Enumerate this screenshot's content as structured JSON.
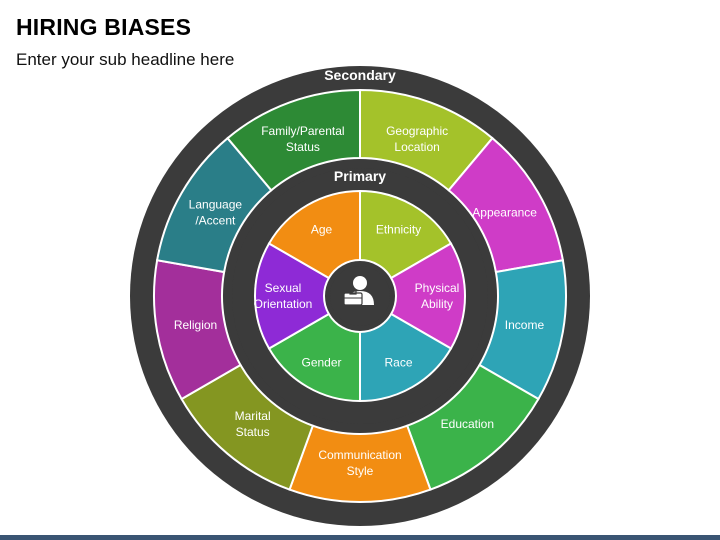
{
  "header": {
    "title": "HIRING BIASES",
    "subtitle": "Enter your sub headline here"
  },
  "diagram": {
    "outer_ring_label": "Secondary",
    "inner_ring_label": "Primary",
    "center_icon": "businessperson-briefcase-icon",
    "primary": [
      {
        "label": "Ethnicity",
        "color": "#a4c22a"
      },
      {
        "label": "Physical Ability",
        "color": "#cf3cc7"
      },
      {
        "label": "Race",
        "color": "#2ea4b6"
      },
      {
        "label": "Gender",
        "color": "#3bb34a"
      },
      {
        "label": "Sexual Orientation",
        "color": "#8e2ad6"
      },
      {
        "label": "Age",
        "color": "#f28d12"
      }
    ],
    "secondary": [
      {
        "label": "Geographic Location",
        "color": "#a4c22a"
      },
      {
        "label": "Appearance",
        "color": "#cf3cc7"
      },
      {
        "label": "Income",
        "color": "#2ea4b6"
      },
      {
        "label": "Education",
        "color": "#3bb34a"
      },
      {
        "label": "Communication Style",
        "color": "#f28d12"
      },
      {
        "label": "Marital Status",
        "color": "#849621"
      },
      {
        "label": "Religion",
        "color": "#a32f9b"
      },
      {
        "label": "Language /Accent",
        "color": "#2a7e88"
      },
      {
        "label": "Family/Parental Status",
        "color": "#2d8a35"
      }
    ]
  },
  "colors": {
    "ring": "#3b3b3b",
    "center": "#3b3b3b",
    "footer": "#3a5573"
  }
}
